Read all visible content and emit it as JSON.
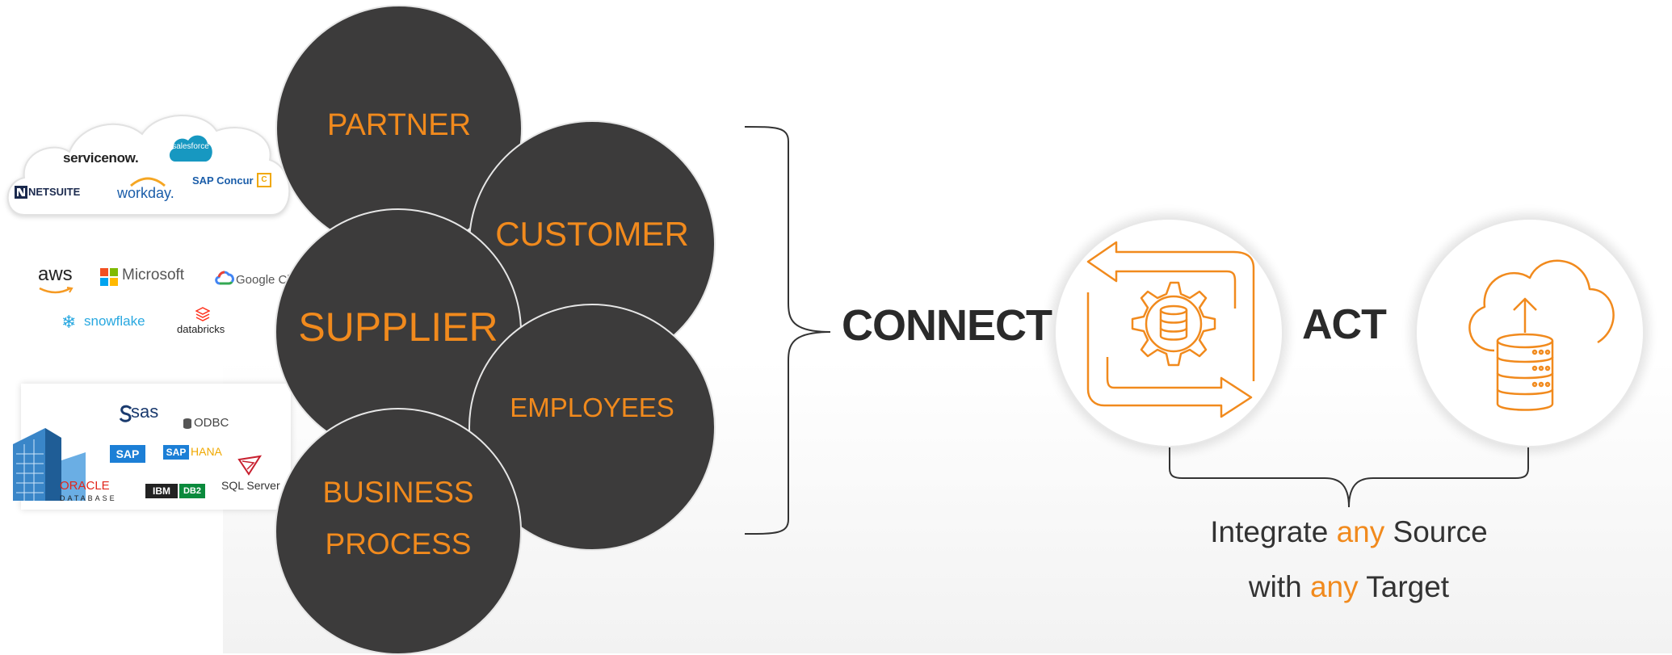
{
  "colors": {
    "accent": "#f18a1d",
    "circle_fill": "#3c3b3b",
    "heading": "#2a2a2a"
  },
  "left_logos": {
    "cloud": {
      "servicenow": "servicenow.",
      "salesforce": "salesforce",
      "netsuite": "NETSUITE",
      "workday": "workday.",
      "sap_concur": "SAP Concur",
      "concur_mark": "C"
    },
    "hyperscalers": {
      "aws": "aws",
      "microsoft": "Microsoft",
      "google": "Google Cl",
      "snowflake": "snowflake",
      "databricks": "databricks"
    },
    "databases": {
      "sas": "sas",
      "odbc": "ODBC",
      "sap": "SAP",
      "sap_hana_prefix": "SAP",
      "sap_hana": "HANA",
      "sql_server": "SQL Server",
      "oracle": "ORACLE",
      "oracle_sub": "DATABASE",
      "ibm": "IBM",
      "db2": "DB2"
    }
  },
  "circles": {
    "partner": "PARTNER",
    "customer": "CUSTOMER",
    "supplier": "SUPPLIER",
    "employees": "EMPLOYEES",
    "business_line1": "BUSINESS",
    "business_line2": "PROCESS"
  },
  "flow": {
    "connect": "CONNECT",
    "act": "ACT",
    "connect_icon": "sync-gear-database-icon",
    "act_icon": "cloud-upload-database-icon"
  },
  "tagline": {
    "line1_pre": "Integrate ",
    "line1_accent": "any",
    "line1_post": " Source",
    "line2_pre": "with ",
    "line2_accent": "any",
    "line2_post": " Target"
  }
}
